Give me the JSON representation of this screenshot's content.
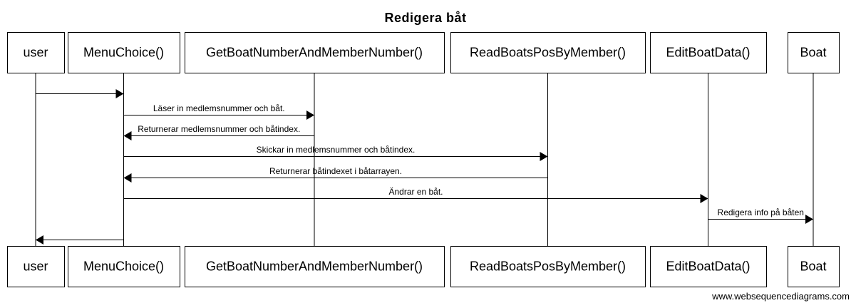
{
  "diagram": {
    "title": "Redigera båt",
    "participants": [
      {
        "id": "user",
        "label": "user"
      },
      {
        "id": "menu",
        "label": "MenuChoice()"
      },
      {
        "id": "getnum",
        "label": "GetBoatNumberAndMemberNumber()"
      },
      {
        "id": "readpos",
        "label": "ReadBoatsPosByMember()"
      },
      {
        "id": "edit",
        "label": "EditBoatData()"
      },
      {
        "id": "boat",
        "label": "Boat"
      }
    ],
    "messages": [
      {
        "from": "user",
        "to": "menu",
        "label": ""
      },
      {
        "from": "menu",
        "to": "getnum",
        "label": "Läser in medlemsnummer och båt."
      },
      {
        "from": "getnum",
        "to": "menu",
        "label": "Returnerar medlemsnummer och båtindex."
      },
      {
        "from": "menu",
        "to": "readpos",
        "label": "Skickar in medlemsnummer och båtindex."
      },
      {
        "from": "readpos",
        "to": "menu",
        "label": "Returnerar båtindexet i båtarrayen."
      },
      {
        "from": "menu",
        "to": "edit",
        "label": "Ändrar en båt."
      },
      {
        "from": "edit",
        "to": "boat",
        "label": "Redigera info på båten"
      },
      {
        "from": "menu",
        "to": "user",
        "label": ""
      }
    ]
  },
  "watermark": "www.websequencediagrams.com"
}
